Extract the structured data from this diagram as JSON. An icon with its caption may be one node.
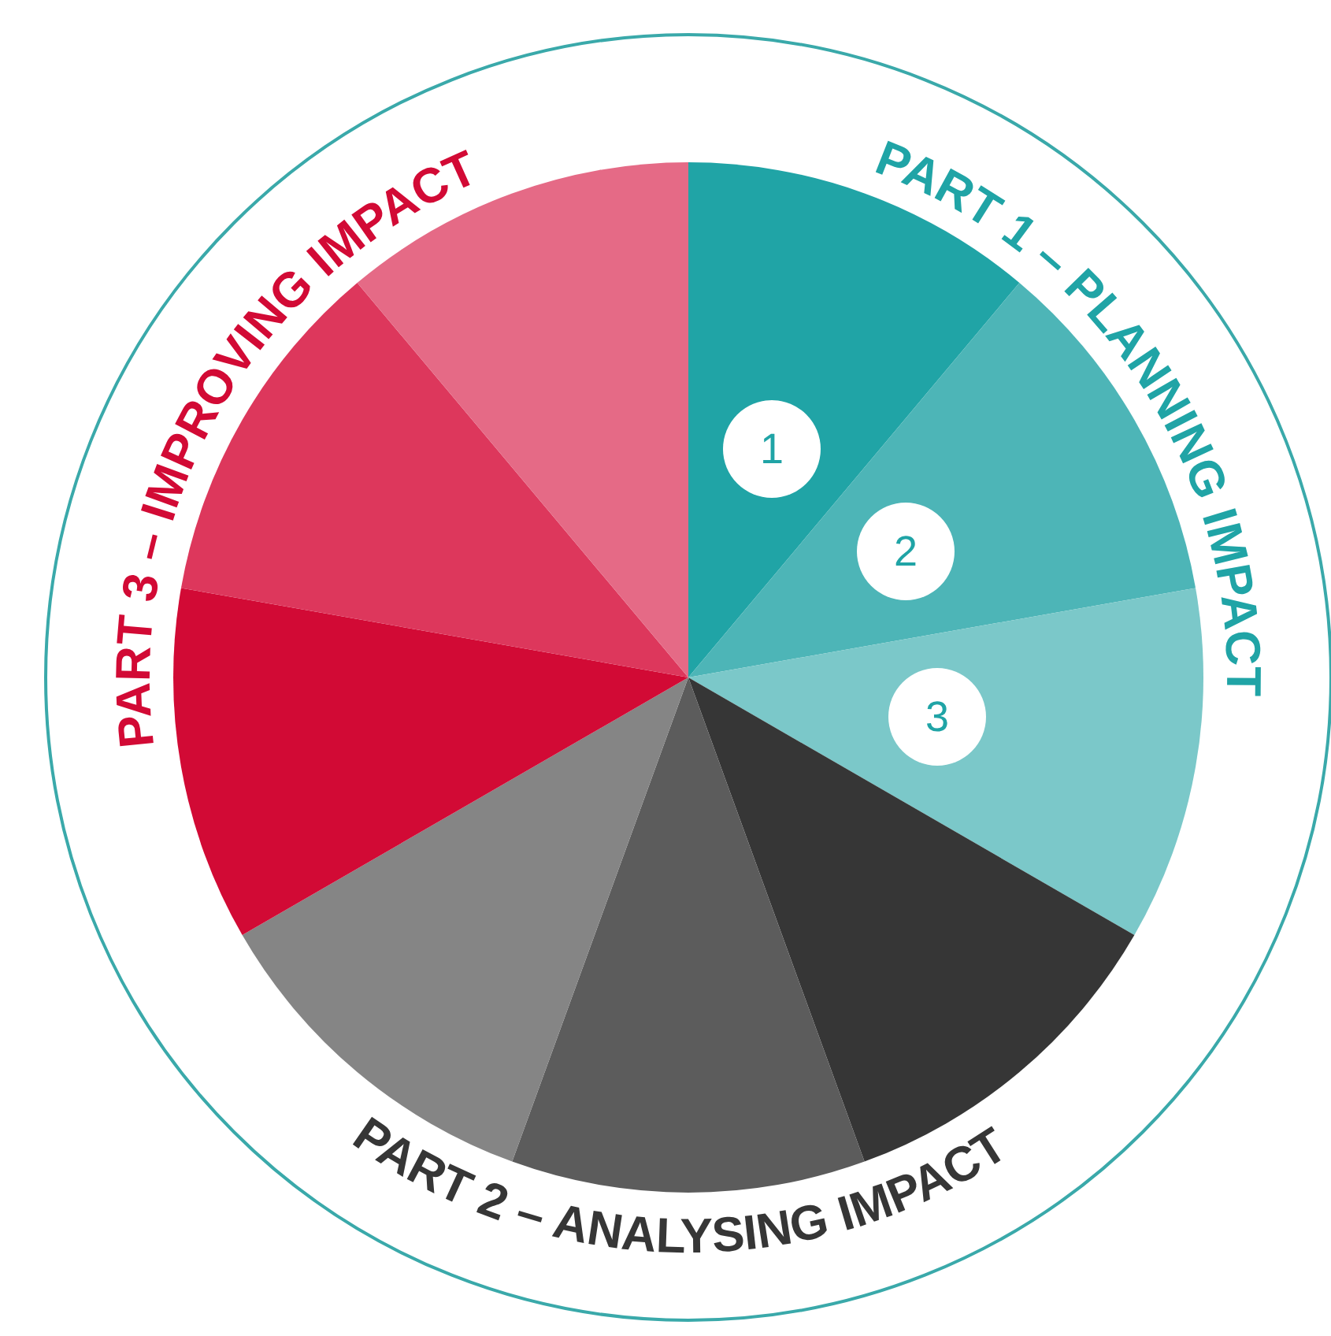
{
  "diagram": {
    "nodes": [
      {
        "text": [
          "1"
        ]
      },
      {
        "text": [
          "2"
        ]
      },
      {
        "text": [
          "3"
        ]
      }
    ],
    "labels": [
      "PART 1 – PLANNING IMPACT",
      "PART 2 – ANALYSING IMPACT",
      "PART 3 – IMPROVING IMPACT"
    ]
  }
}
